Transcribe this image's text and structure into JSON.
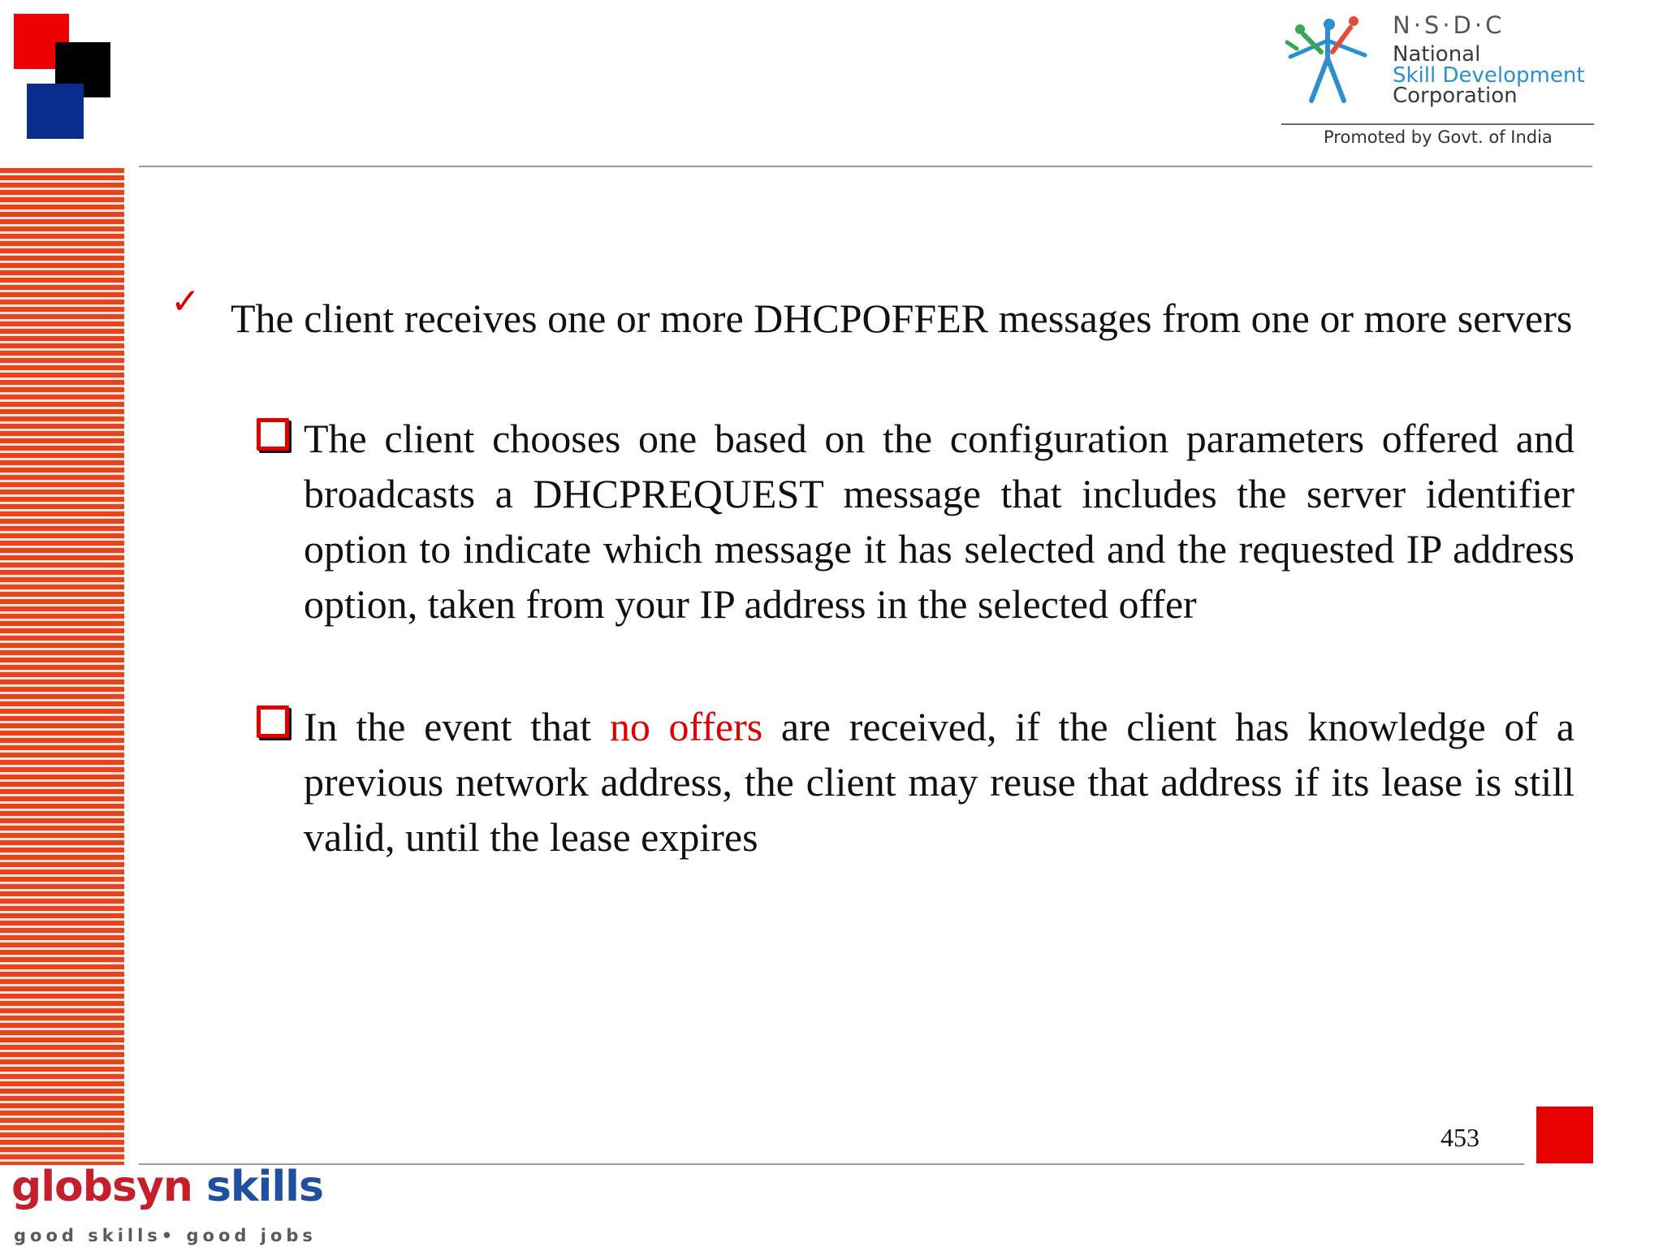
{
  "header": {
    "nsdc_abbr": "N·S·D·C",
    "nsdc_national": "National",
    "nsdc_skill": "Skill Development",
    "nsdc_corporation": "Corporation",
    "nsdc_promoted": "Promoted by Govt. of India"
  },
  "content": {
    "main_bullet_icon": "check-icon",
    "main_bullet": "The client receives one or more DHCPOFFER messages from one or more servers",
    "sub_bullet_icon": "checkbox-square-icon",
    "sub_bullet_1": "The client chooses one based on the configuration parameters offered and broadcasts a DHCPREQUEST message that includes the server identifier option to indicate which message it has selected and the requested IP address option, taken from your IP address in the selected offer",
    "sub_bullet_2_before": "In the event that ",
    "sub_bullet_2_highlight": "no offers",
    "sub_bullet_2_after": " are received, if the client has knowledge of a previous network address, the client may reuse that address if its lease is still valid, until the lease expires"
  },
  "footer": {
    "page_number": "453",
    "brand_part1": "globsyn",
    "brand_part2": " skills",
    "tagline": "good skills• good jobs"
  },
  "colors": {
    "accent_red": "#e00000",
    "stripe_orange": "#e8431b",
    "brand_blue": "#1f4fa0",
    "brand_red": "#c41f2a"
  }
}
